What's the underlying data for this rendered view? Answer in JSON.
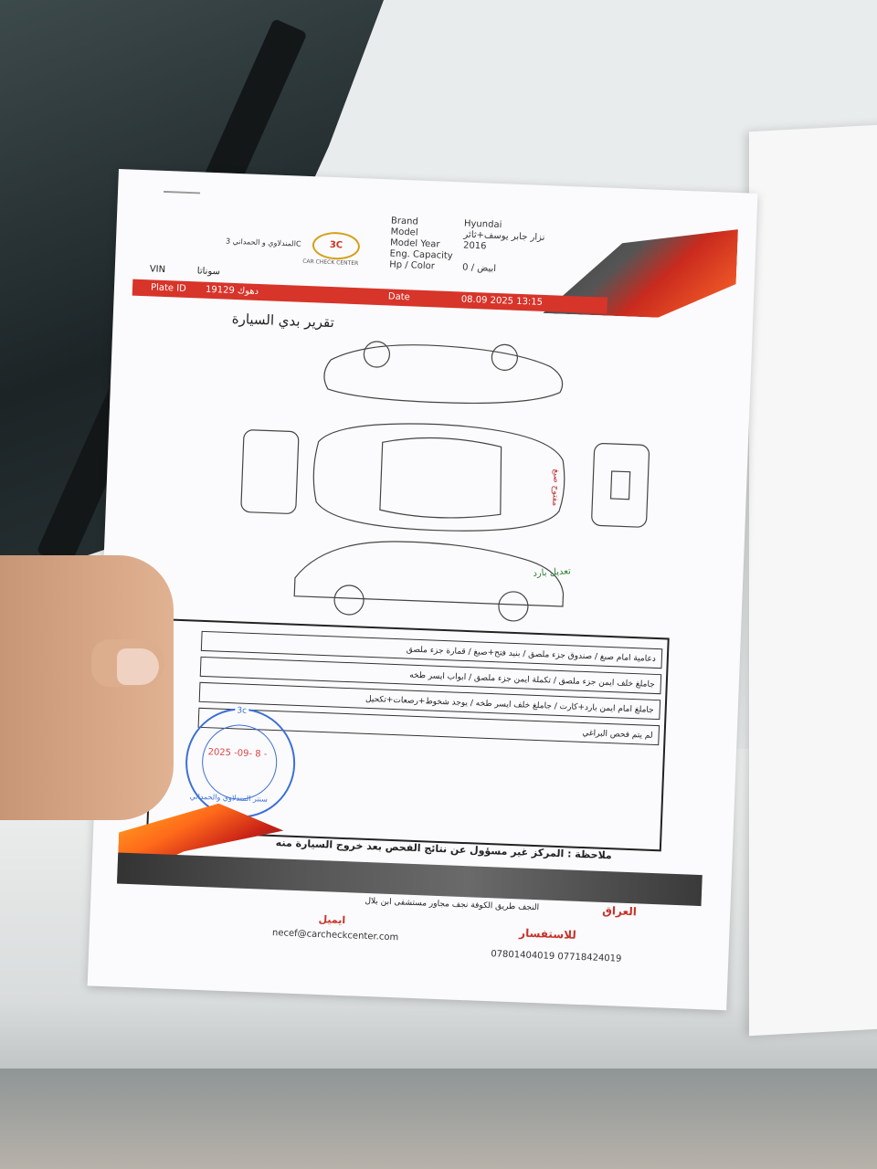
{
  "header": {
    "labels": {
      "brand": "Brand",
      "model": "Model",
      "model_year": "Model Year",
      "eng_capacity": "Eng. Capacity",
      "hp_color": "Hp / Color",
      "plate_id": "Plate ID",
      "date": "Date",
      "vin": "VIN"
    },
    "values": {
      "brand": "Hyundai",
      "model": "سوناتا",
      "model_year": "2016",
      "eng_capacity": "",
      "hp_color": "ابيض / 0",
      "plate_id": "19129 دهوك",
      "date": "08.09 2025 13:15",
      "owner": "نزار جابر يوسف+ثائر"
    },
    "center_name": "المندلاوي و الحمداني 3C",
    "logo_text": "3C",
    "logo_sub": "CAR CHECK CENTER"
  },
  "report": {
    "title": "تقرير بدي السيارة",
    "diagram_notes": {
      "red": "مفتوح صبغ",
      "green": "تعديل بارد"
    }
  },
  "findings": [
    "دعامية امام صبغ / صندوق جزء ملصق / بنيد فتح+صبغ / قمارة جزء ملصق",
    "جاملغ خلف ايمن جزء ملصق / تكملة ايمن جزء ملصق / ابواب ايسر طخه",
    "جاملغ امام ايمن بارد+كارت / جاملغ خلف ايسر طخه / يوجد شخوط+رصعات+تكحيل",
    "لم يتم فحص البراغي"
  ],
  "stamp": {
    "top": "3c",
    "date": "2025 -09- 8 -",
    "arc": "سنتر المندلاوي والحمداني"
  },
  "footer": {
    "disclaimer": "ملاحظة : المركز غير مسؤول عن نتائج الفحص بعد خروج السيارة منه",
    "country": "العراق",
    "address": "النجف طريق الكوفة نجف مجاور مستشفى ابن بلال",
    "email_label": "ايميل",
    "email": "necef@carcheckcenter.com",
    "inquiry_label": "للاستفسار",
    "phones": "07801404019 07718424019"
  },
  "colors": {
    "accent_red": "#d7342a",
    "stamp_blue": "#3b6fd8"
  }
}
